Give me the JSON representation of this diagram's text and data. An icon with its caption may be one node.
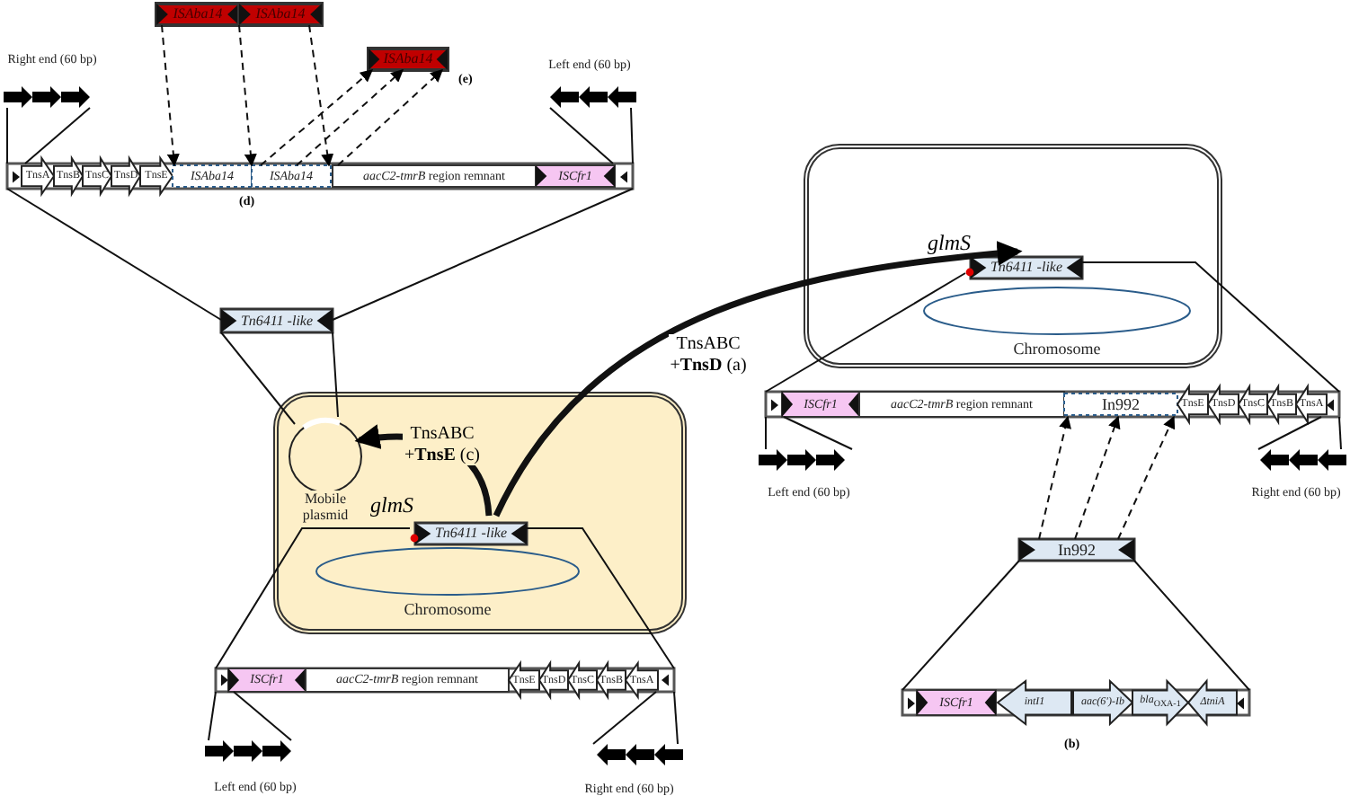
{
  "diagram": {
    "nodes": [
      {
        "text": [
          "ISAba14"
        ]
      },
      {
        "text": [
          "ISAba14"
        ]
      },
      {
        "text": [
          "ISAba14"
        ],
        "beside": [
          "(e)"
        ]
      },
      {
        "text": [],
        "shape": "bar",
        "beside": [
          "(d)"
        ]
      },
      {
        "text": [
          "TnsA"
        ],
        "in": 3
      },
      {
        "text": [
          "TnsB"
        ],
        "in": 3
      },
      {
        "text": [
          "TnsC"
        ],
        "in": 3
      },
      {
        "text": [
          "TnsD"
        ],
        "in": 3
      },
      {
        "text": [
          "TnsE"
        ],
        "in": 3
      },
      {
        "text": [
          "ISAba14"
        ],
        "in": 3
      },
      {
        "text": [
          "ISAba14"
        ],
        "in": 3
      },
      {
        "text": [
          "*aacC2-tmrB* region remnant"
        ],
        "in": 3
      },
      {
        "text": [
          "ISCfr1"
        ],
        "in": 3
      },
      {
        "text": [
          "Right end (60 bp)"
        ]
      },
      {
        "text": [
          "Left end (60 bp)"
        ]
      },
      {
        "text": [
          "Tn6411 -like"
        ]
      },
      {
        "text": [],
        "shape": "box"
      },
      {
        "text": [
          "Mobile plasmid"
        ],
        "in": 16
      },
      {
        "text": [
          "Tn6411 -like"
        ],
        "in": 16,
        "beside": [
          "glmS"
        ]
      },
      {
        "text": [
          "Chromosome"
        ],
        "in": 16
      },
      {
        "text": [],
        "shape": "bar"
      },
      {
        "text": [
          "ISCfr1"
        ],
        "in": 20
      },
      {
        "text": [
          "*aacC2-tmrB* region remnant"
        ],
        "in": 20
      },
      {
        "text": [
          "TnsE"
        ],
        "in": 20
      },
      {
        "text": [
          "TnsD"
        ],
        "in": 20
      },
      {
        "text": [
          "TnsC"
        ],
        "in": 20
      },
      {
        "text": [
          "TnsB"
        ],
        "in": 20
      },
      {
        "text": [
          "TnsA"
        ],
        "in": 20
      },
      {
        "text": [
          "Left end (60 bp)"
        ]
      },
      {
        "text": [
          "Right end (60 bp)"
        ]
      },
      {
        "text": [],
        "shape": "box"
      },
      {
        "text": [
          "Tn6411 -like"
        ],
        "in": 30,
        "beside": [
          "glmS"
        ]
      },
      {
        "text": [
          "Chromosome"
        ],
        "in": 30
      },
      {
        "text": [],
        "shape": "bar"
      },
      {
        "text": [
          "ISCfr1"
        ],
        "in": 33
      },
      {
        "text": [
          "*aacC2-tmrB* region remnant"
        ],
        "in": 33
      },
      {
        "text": [
          "In992"
        ],
        "in": 33
      },
      {
        "text": [
          "TnsE"
        ],
        "in": 33
      },
      {
        "text": [
          "TnsD"
        ],
        "in": 33
      },
      {
        "text": [
          "TnsC"
        ],
        "in": 33
      },
      {
        "text": [
          "TnsB"
        ],
        "in": 33
      },
      {
        "text": [
          "TnsA"
        ],
        "in": 33
      },
      {
        "text": [
          "Left end (60 bp)"
        ]
      },
      {
        "text": [
          "Right end (60 bp)"
        ]
      },
      {
        "text": [
          "In992"
        ]
      },
      {
        "text": [],
        "shape": "bar",
        "beside": [
          "(b)"
        ]
      },
      {
        "text": [
          "ISCfr1"
        ],
        "in": 45
      },
      {
        "text": [
          "*intI1*"
        ],
        "in": 45
      },
      {
        "text": [
          "*aac(6')-Ib*"
        ],
        "in": 45
      },
      {
        "text": [
          "*bla*$_{OXA-1}$"
        ],
        "in": 45
      },
      {
        "text": [
          "ΔtniA"
        ],
        "in": 45
      }
    ],
    "edges": [
      {
        "from": 0,
        "to": 9,
        "arrow": "to",
        "style": "dashed"
      },
      {
        "from": 1,
        "to": 10,
        "arrow": "to",
        "style": "dashed"
      },
      {
        "from": 1,
        "to": 10,
        "arrow": "to",
        "style": "dashed"
      },
      {
        "from": 10,
        "to": 2,
        "arrow": "to",
        "style": "dashed"
      },
      {
        "from": 10,
        "to": 2,
        "arrow": "to",
        "style": "dashed"
      },
      {
        "from": 11,
        "to": 2,
        "arrow": "to",
        "style": "dashed"
      },
      {
        "from": 3,
        "to": 13,
        "arrow": "none"
      },
      {
        "from": 3,
        "to": 13,
        "arrow": "none"
      },
      {
        "from": 3,
        "to": 14,
        "arrow": "none"
      },
      {
        "from": 3,
        "to": 14,
        "arrow": "none"
      },
      {
        "from": 3,
        "to": 15,
        "arrow": "none"
      },
      {
        "from": 3,
        "to": 15,
        "arrow": "none"
      },
      {
        "from": 15,
        "to": 17,
        "arrow": "none"
      },
      {
        "from": 15,
        "to": 17,
        "arrow": "none"
      },
      {
        "from": 18,
        "to": 17,
        "arrow": "to",
        "style": "thick",
        "label": "TnsABC +**TnsE** (c)"
      },
      {
        "from": 18,
        "to": 31,
        "arrow": "to",
        "style": "thick",
        "label": "TnsABC +**TnsD** (a)"
      },
      {
        "from": 18,
        "to": 20,
        "arrow": "none"
      },
      {
        "from": 18,
        "to": 20,
        "arrow": "none"
      },
      {
        "from": 20,
        "to": 28,
        "arrow": "none"
      },
      {
        "from": 20,
        "to": 28,
        "arrow": "none"
      },
      {
        "from": 20,
        "to": 29,
        "arrow": "none"
      },
      {
        "from": 20,
        "to": 29,
        "arrow": "none"
      },
      {
        "from": 31,
        "to": 33,
        "arrow": "none"
      },
      {
        "from": 31,
        "to": 33,
        "arrow": "none"
      },
      {
        "from": 33,
        "to": 42,
        "arrow": "none"
      },
      {
        "from": 33,
        "to": 42,
        "arrow": "none"
      },
      {
        "from": 33,
        "to": 43,
        "arrow": "none"
      },
      {
        "from": 33,
        "to": 43,
        "arrow": "none"
      },
      {
        "from": 44,
        "to": 36,
        "arrow": "to",
        "style": "dashed"
      },
      {
        "from": 44,
        "to": 36,
        "arrow": "to",
        "style": "dashed"
      },
      {
        "from": 44,
        "to": 36,
        "arrow": "to",
        "style": "dashed"
      },
      {
        "from": 44,
        "to": 45,
        "arrow": "none"
      },
      {
        "from": 44,
        "to": 45,
        "arrow": "none"
      }
    ]
  }
}
